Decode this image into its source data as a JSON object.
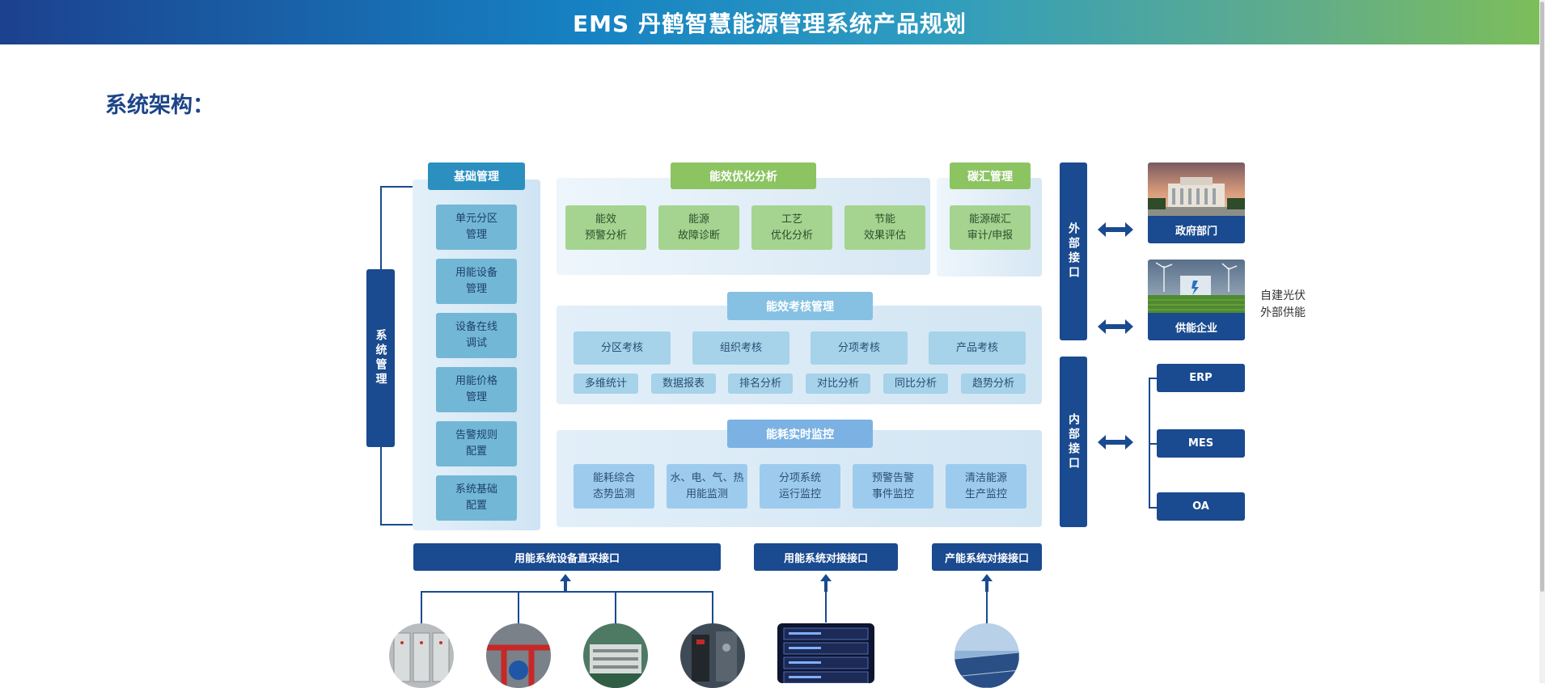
{
  "header": {
    "title": "EMS 丹鹤智慧能源管理系统产品规划"
  },
  "section": {
    "title": "系统架构："
  },
  "system_mgmt": {
    "label": "系统管理"
  },
  "base_mgmt": {
    "title": "基础管理",
    "items": [
      "单元分区\n管理",
      "用能设备\n管理",
      "设备在线\n调试",
      "用能价格\n管理",
      "告警规则\n配置",
      "系统基础\n配置"
    ]
  },
  "optimization": {
    "title": "能效优化分析",
    "items": [
      "能效\n预警分析",
      "能源\n故障诊断",
      "工艺\n优化分析",
      "节能\n效果评估"
    ]
  },
  "carbon": {
    "title": "碳汇管理",
    "items": [
      "能源碳汇\n审计/申报"
    ]
  },
  "assessment": {
    "title": "能效考核管理",
    "main_items": [
      "分区考核",
      "组织考核",
      "分项考核",
      "产品考核"
    ],
    "sub_items": [
      "多维统计",
      "数据报表",
      "排名分析",
      "对比分析",
      "同比分析",
      "趋势分析"
    ]
  },
  "monitoring": {
    "title": "能耗实时监控",
    "items": [
      "能耗综合\n态势监测",
      "水、电、气、热\n用能监测",
      "分项系统\n运行监控",
      "预警告警\n事件监控",
      "清洁能源\n生产监控"
    ]
  },
  "external_interface": {
    "label": "外部接口",
    "targets": [
      {
        "label": "政府部门",
        "icon": "government-building-photo"
      },
      {
        "label": "供能企业",
        "icon": "energy-company-photo"
      }
    ],
    "note": "自建光伏\n外部供能"
  },
  "internal_interface": {
    "label": "内部接口",
    "targets": [
      "ERP",
      "MES",
      "OA"
    ]
  },
  "bottom_interfaces": {
    "direct": "用能系统设备直采接口",
    "system": "用能系统对接接口",
    "production": "产能系统对接接口"
  },
  "colors": {
    "navy": "#1a4a8f",
    "green": "#8cc462",
    "teal": "#2b8fc0",
    "light_blue": "#86c1e3"
  }
}
